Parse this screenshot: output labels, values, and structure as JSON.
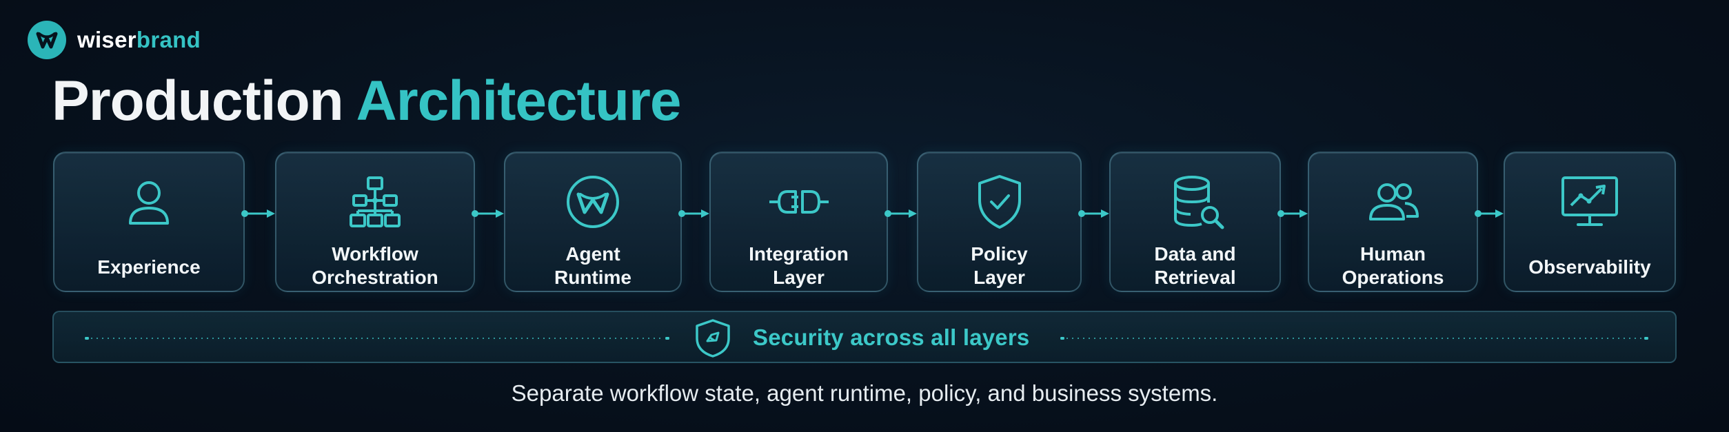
{
  "brand": {
    "name_part1": "wiser",
    "name_part2": "brand",
    "logo_icon": "wiserbrand-logo-icon"
  },
  "title": {
    "part1": "Production",
    "part2": "Architecture"
  },
  "colors": {
    "accent": "#35c3c4",
    "background": "#07111d",
    "text": "#f2f4f6"
  },
  "stages": [
    {
      "label": "Experience",
      "icon": "user-icon"
    },
    {
      "label": "Workflow\nOrchestration",
      "icon": "hierarchy-icon"
    },
    {
      "label": "Agent\nRuntime",
      "icon": "agent-logo-icon"
    },
    {
      "label": "Integration\nLayer",
      "icon": "plug-icon"
    },
    {
      "label": "Policy\nLayer",
      "icon": "shield-check-icon"
    },
    {
      "label": "Data and\nRetrieval",
      "icon": "database-search-icon"
    },
    {
      "label": "Human\nOperations",
      "icon": "users-icon"
    },
    {
      "label": "Observability",
      "icon": "monitor-chart-icon"
    }
  ],
  "security": {
    "label": "Security across all layers",
    "icon": "shield-lock-icon"
  },
  "caption": "Separate workflow state, agent runtime, policy, and business systems."
}
